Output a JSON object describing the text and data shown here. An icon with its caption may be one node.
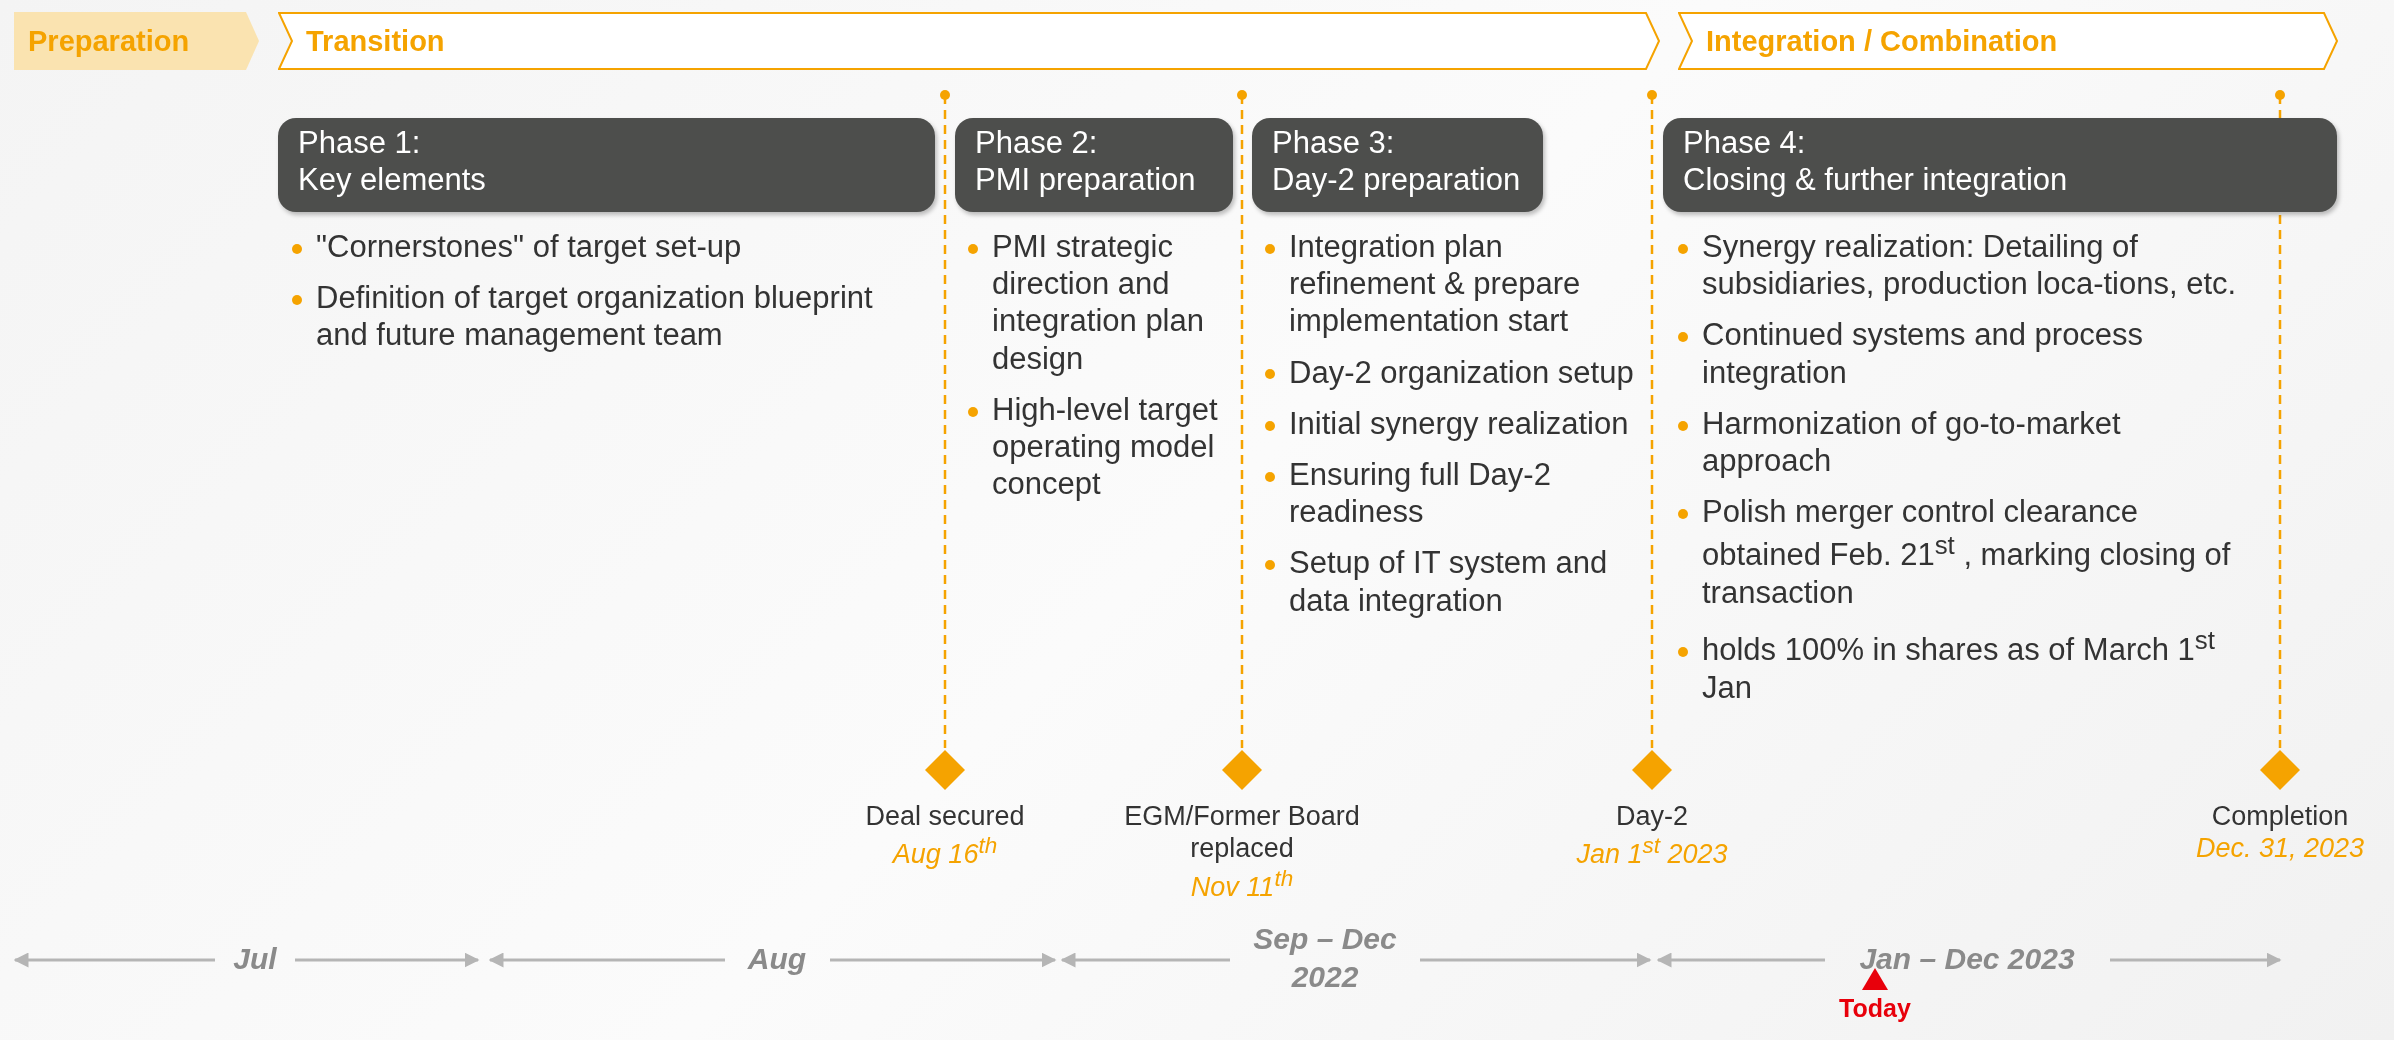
{
  "diagram": {
    "nodes": [
      {
        "text": [
          "Preparation"
        ]
      },
      {
        "text": [
          "Transition"
        ]
      },
      {
        "text": [
          "Integration / Combination"
        ]
      },
      {
        "text": [
          "Phase 1:",
          "Key elements"
        ],
        "beside": [
          "\"Cornerstones\" of target set-up",
          "Definition of target organization blueprint and future management team"
        ]
      },
      {
        "text": [
          "Phase 2:",
          "PMI preparation"
        ],
        "beside": [
          "PMI strategic direction and integration plan design",
          "High-level target operating model concept"
        ]
      },
      {
        "text": [
          "Phase 3:",
          "Day-2 preparation"
        ],
        "beside": [
          "Integration plan refinement & prepare implementation start",
          "Day-2 organization setup",
          "Initial synergy realization",
          "Ensuring full Day-2 readiness",
          "Setup of IT system and data integration"
        ]
      },
      {
        "text": [
          "Phase 4:",
          "Closing & further integration"
        ],
        "beside": [
          "Synergy realization: Detailing of subsidiaries, production loca-tions, etc.",
          "Continued systems and process integration",
          "Harmonization of go-to-market approach",
          "Polish merger control clearance obtained Feb. 21$^{st}$ , marking closing of transaction",
          "holds 100% in shares as of March 1$^{st}$ Jan"
        ]
      },
      {
        "text": [],
        "shape": "diamond",
        "beside": [
          "Deal secured",
          "Aug 16$^{th}$"
        ]
      },
      {
        "text": [],
        "shape": "diamond",
        "beside": [
          "EGM/Former Board replaced",
          "Nov 11$^{th}$"
        ]
      },
      {
        "text": [],
        "shape": "diamond",
        "beside": [
          "Day-2",
          "Jan 1$^{st}$ 2023"
        ]
      },
      {
        "text": [],
        "shape": "diamond",
        "beside": [
          "Completion",
          "Dec. 31, 2023"
        ]
      }
    ],
    "labels": [
      "Jul",
      "Aug",
      "Sep – Dec 2022",
      "Jan – Dec 2023",
      "Today"
    ]
  }
}
